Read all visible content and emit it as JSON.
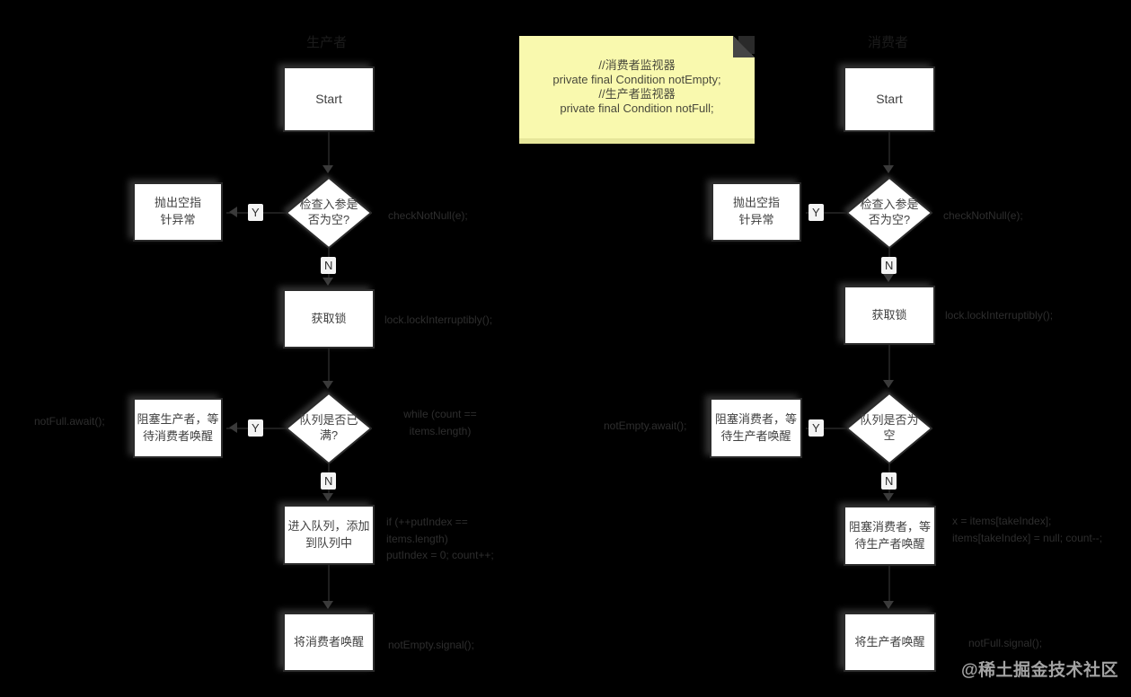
{
  "palette": {
    "background": "#000000",
    "node_fill": "#ffffff",
    "node_border": "#2b2b2b",
    "note_bg": "#f9f9ae",
    "watermark_color": "#a3a3a3"
  },
  "note": {
    "lines": [
      "//消费者监视器",
      "private final Condition notEmpty;",
      "//生产者监视器",
      "private final Condition notFull;"
    ]
  },
  "watermark": {
    "text": "@稀土掘金技术社区"
  },
  "flows": [
    {
      "title": "生产者",
      "nodes": {
        "start": "Start",
        "check": "检查入参是否为空?",
        "throw_npe": "抛出空指针异常",
        "acquire_lock": "获取锁",
        "queue_check": "队列是否已满?",
        "block_wait": "阻塞生产者，等待消费者唤醒",
        "step": "进入队列，添加到队列中",
        "wake": "将消费者唤醒"
      },
      "edge_labels": {
        "yes": "Y",
        "no": "N"
      },
      "annotations": {
        "check": "checkNotNull(e);",
        "lock": "lock.lockInterruptibly();",
        "queue": [
          "while (count ==",
          "items.length)"
        ],
        "await": "notFull.await();",
        "step": [
          "if (++putIndex == items.length)",
          "putIndex = 0; count++;"
        ],
        "wake": "notEmpty.signal();"
      }
    },
    {
      "title": "消费者",
      "nodes": {
        "start": "Start",
        "check": "检查入参是否为空?",
        "throw_npe": "抛出空指针异常",
        "acquire_lock": "获取锁",
        "queue_check": "队列是否为空",
        "block_wait": "阻塞消费者，等待生产者唤醒",
        "step": "阻塞消费者，等待生产者唤醒",
        "wake": "将生产者唤醒"
      },
      "edge_labels": {
        "yes": "Y",
        "no": "N"
      },
      "annotations": {
        "check": "checkNotNull(e);",
        "lock": "lock.lockInterruptibly();",
        "await": "notEmpty.await();",
        "step": [
          "x = items[takeIndex];",
          "items[takeIndex] = null; count--;"
        ],
        "wake": "notFull.signal();"
      }
    }
  ]
}
